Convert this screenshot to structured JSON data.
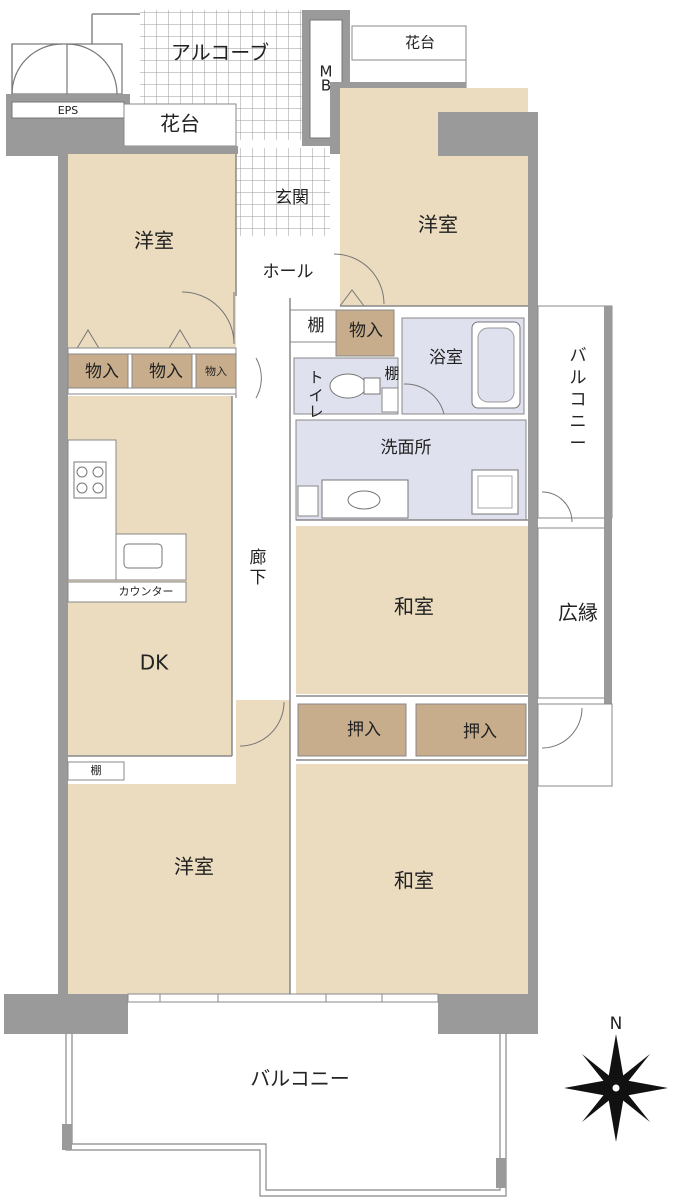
{
  "labels": {
    "alcove": "アルコーブ",
    "mb": "MB",
    "hanadai_top": "花台",
    "hanadai_entry": "花台",
    "eps": "EPS",
    "genkan": "玄関",
    "hall": "ホール",
    "western_nw": "洋室",
    "western_ne": "洋室",
    "western_sw": "洋室",
    "tana_hall": "棚",
    "monoire_hall": "物入",
    "monoire_1": "物入",
    "monoire_2": "物入",
    "monoire_3": "物入",
    "bathroom": "浴室",
    "toilet": "トイレ",
    "tana_toilet": "棚",
    "washroom": "洗面所",
    "balcony_east": "バルコニー",
    "corridor": "廊下",
    "counter": "カウンター",
    "dk": "DK",
    "washitsu_mid": "和室",
    "washitsu_south": "和室",
    "hiroen": "広縁",
    "oshiire_1": "押入",
    "oshiire_2": "押入",
    "tana_dk": "棚",
    "balcony_south": "バルコニー",
    "compass_n": "N"
  },
  "colors": {
    "room_floor": "#ebdcc0",
    "storage_floor": "#c7ad8c",
    "wet_area": "#dfe1ee",
    "wall": "#9a9a9a",
    "line": "#888888"
  }
}
